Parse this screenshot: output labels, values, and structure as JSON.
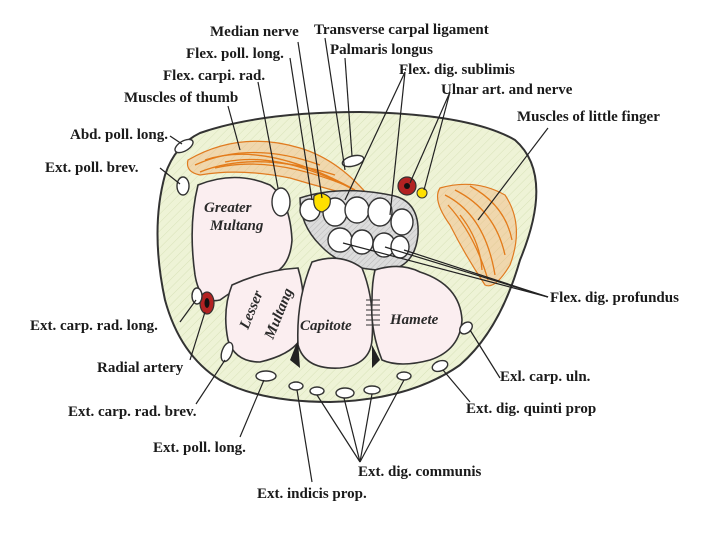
{
  "labels": {
    "median_nerve": "Median nerve",
    "transverse_carpal_ligament": "Transverse carpal ligament",
    "flex_poll_long": "Flex. poll. long.",
    "palmaris_longus": "Palmaris longus",
    "flex_carpi_rad": "Flex. carpi. rad.",
    "flex_dig_sublimis": "Flex. dig. sublimis",
    "ulnar_art_nerve": "Ulnar art. and nerve",
    "muscles_of_thumb": "Muscles of thumb",
    "muscles_of_little_finger": "Muscles of little finger",
    "abd_poll_long": "Abd. poll. long.",
    "ext_poll_brev": "Ext. poll. brev.",
    "flex_dig_profundus": "Flex. dig. profundus",
    "ext_carp_rad_long": "Ext. carp. rad. long.",
    "radial_artery": "Radial artery",
    "exl_carp_uln": "Exl. carp. uln.",
    "ext_dig_quinti_prop": "Ext. dig. quinti prop",
    "ext_carp_rad_brev": "Ext. carp. rad. brev.",
    "ext_poll_long": "Ext. poll. long.",
    "ext_dig_communis": "Ext. dig. communis",
    "ext_indicis_prop": "Ext. indicis prop."
  },
  "bones": {
    "greater_multang_1": "Greater",
    "greater_multang_2": "Multang",
    "lesser_multang_1": "Lesser",
    "lesser_multang_2": "Multang",
    "capitate": "Capitote",
    "hamate": "Hamete"
  },
  "colors": {
    "background": "#eef3d6",
    "bone_fill": "#fbeef0",
    "muscle": "#f4a460",
    "muscle_fiber": "#e37b1a",
    "nerve": "#ffe000",
    "artery": "#b22222",
    "ligament": "#c8c8c8"
  }
}
